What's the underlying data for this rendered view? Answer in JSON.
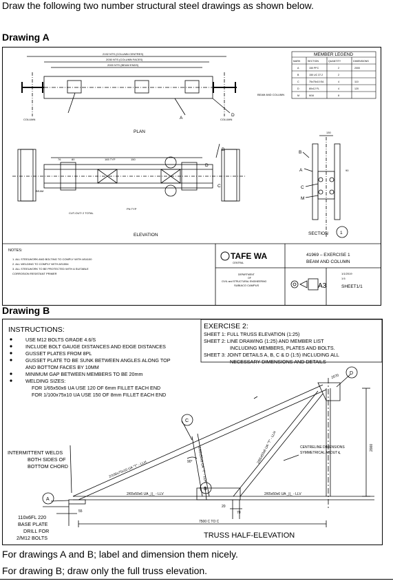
{
  "intro": "Draw the following two number structural steel drawings as shown below.",
  "drawing_a": {
    "heading": "Drawing A",
    "dims": {
      "d1": "2192 NTS (COLUMN CENTRES)",
      "d2": "2030 NTS (COLUMN FACES)",
      "d3": "2000 NTS (BEAM ENDS)"
    },
    "labels": {
      "column_l": "COLUMN",
      "column_r": "COLUMN",
      "beam_col": "BEAM AND COLUMN",
      "plan": "PLAN",
      "elevation": "ELEVATION",
      "section": "SECTION",
      "beam": "BEAM",
      "cutout": "CUT-OUT/ 2 TOTAL",
      "tp1": "165 TYP",
      "tp2": "76",
      "tp3": "80",
      "tp4": "150",
      "tp5": "PN TYP",
      "d130": "130",
      "d90": "90"
    },
    "markers": {
      "a": "A",
      "b": "B",
      "c": "C",
      "d": "D",
      "m": "M",
      "one": "1"
    },
    "legend": {
      "title": "MEMBER LEGEND",
      "headers": [
        "MARK",
        "SECTION",
        "QUANTITY",
        "DIMENSIONS"
      ],
      "rows": [
        [
          "A",
          "150 PFC",
          "2",
          "2000"
        ],
        [
          "B",
          "150 UC 37.2",
          "2",
          ""
        ],
        [
          "C",
          "75x75x10 EA",
          "4",
          "110"
        ],
        [
          "D",
          "80x12 FL",
          "4",
          "120"
        ],
        [
          "M",
          "M16",
          "8",
          ""
        ]
      ]
    },
    "notes": {
      "title": "NOTES:",
      "items": [
        "1.  ALL STEELWORK AND BOLTING TO COMPLY WITH AS4100",
        "2.  ALL WELDING TO COMPLY WITH AS1554",
        "3.  ALL STEELWORK TO BE PROTECTED WITH A SUITABLE",
        "     CORROSION RESISTANT PRIMER"
      ]
    },
    "title_block": {
      "logo": "TAFE WA",
      "logo_sub": "CENTRAL",
      "dept": "DEPARTMENT",
      "dept2": "OF",
      "dept3": "CIVIL and STRUCTURAL ENGINEERING",
      "campus": "SUBIACO CAMPUS",
      "title1": "41969 – EXERCISE 1",
      "title2": "BEAM AND COLUMN",
      "sheet_size": "A3",
      "date": "1/1/2019",
      "scale": "1:5",
      "sheet": "SHEET1/1"
    }
  },
  "drawing_b": {
    "heading": "Drawing B",
    "instructions_title": "INSTRUCTIONS:",
    "instructions": [
      "USE M12 BOLTS GRADE 4.6/S",
      "INCLUDE BOLT GAUGE DISTANCES AND EDGE DISTANCES",
      "GUSSET PLATES FROM 8PL",
      "GUSSET PLATE TO BE SUNK BETWEEN ANGLES ALONG TOP",
      "AND BOTTOM FACES BY 10MM",
      "MINIMUM GAP BETWEEN MEMBERS TO BE 20mm",
      "WELDING SIZES:"
    ],
    "welding": [
      "FOR 1/65x50x6 UA USE 120 OF 6mm FILLET EACH END",
      "FOR 1/100x75x10 UA USE 150 OF 8mm FILLET EACH END"
    ],
    "exercise_title": "EXERCISE 2:",
    "sheets": [
      "SHEET 1: FULL TRUSS ELEVATION (1:25)",
      "SHEET 2: LINE DRAWING (1:25) AND MEMBER LIST",
      "INCLUDING MEMBERS, PLATES AND BOLTS.",
      "SHEET 3: JOINT DETAILS A, B, C & D  (1:5) INCLUDING ALL",
      "NECESSARY DIMENSIONS AND DETAILS"
    ],
    "weld_note": [
      "INTERMITTENT WELDS",
      "BOTH SIDES OF",
      "BOTTOM CHORD"
    ],
    "base_plate": [
      "110x6FL 220",
      "BASE PLATE",
      "DRILL FOR",
      "2/M12 BOLTS"
    ],
    "member_top": "2/100x75x10 UA \"T\" - LLH",
    "member_web1": "2/65x50x6 UA \"T\" - LLH",
    "member_web2": "2/65x50x6 UA \"T\" - LLH",
    "member_bot1": "2/65x50x6 UA _||_ - LLV",
    "member_bot2": "2/65x50x6 UA _||_ - LLV",
    "centreline": [
      "CENTRELINE DIMENSIONS",
      "SYMMETRICAL ABOUT ℄"
    ],
    "dim_7500": "7500 C TO C",
    "dim_2000": "2000",
    "dim_55": "55",
    "dim_20": "20",
    "dim_70": "70",
    "dim_2070": "2070",
    "angle": "90°",
    "caption": "TRUSS HALF-ELEVATION",
    "markers": {
      "a": "A",
      "b": "B",
      "c": "C",
      "d": "D"
    }
  },
  "footer": [
    "For drawings A and B; label and dimension them nicely.",
    "For drawing B; draw only the full truss elevation."
  ]
}
